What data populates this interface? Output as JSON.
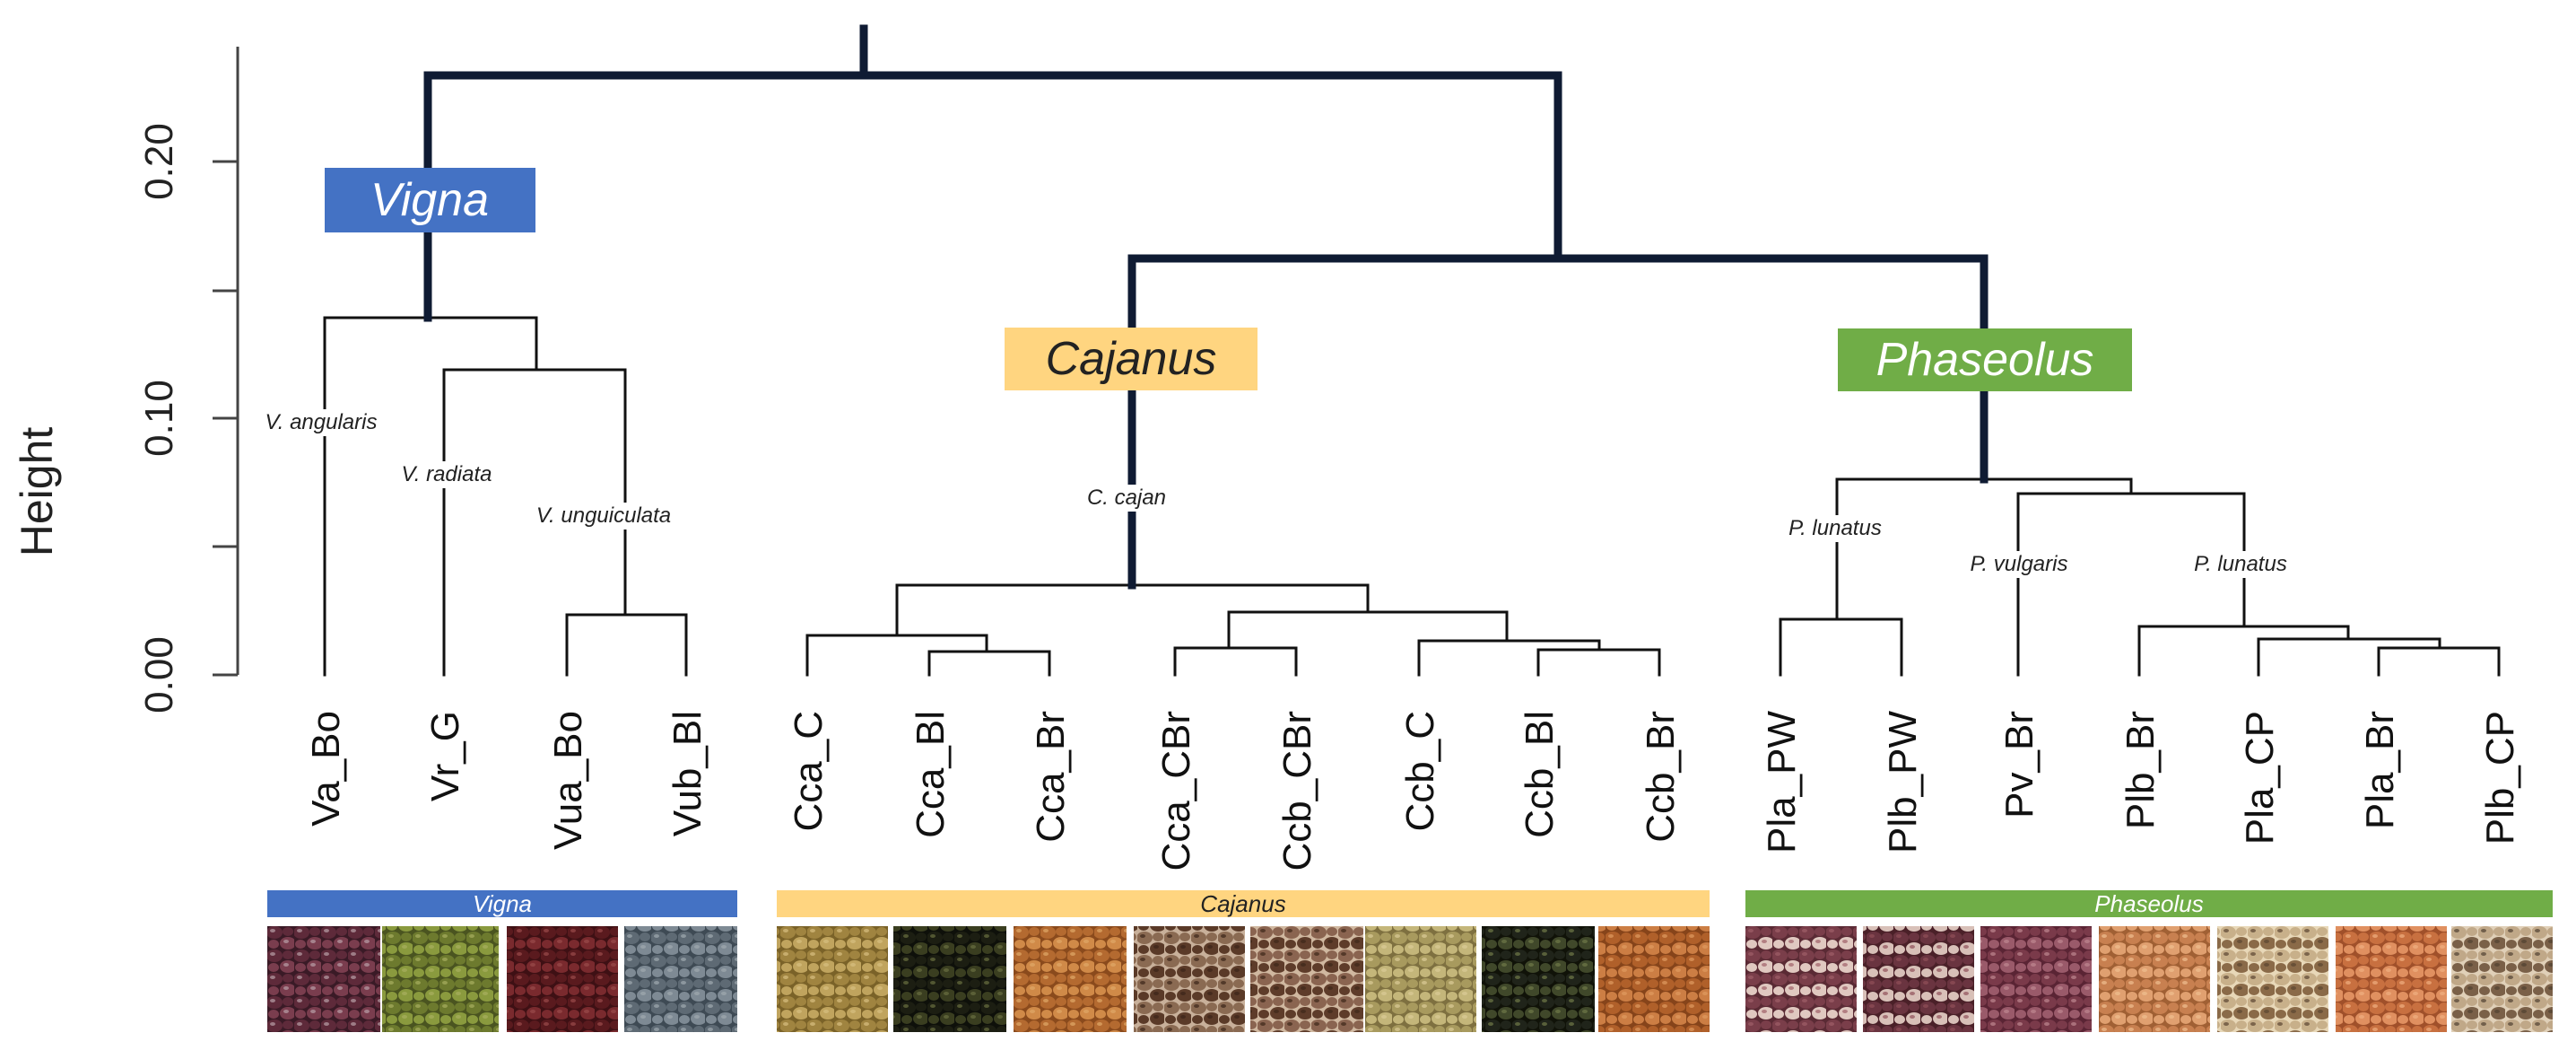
{
  "axis": {
    "ylabel": "Height",
    "ticks": [
      "0.00",
      "0.10",
      "0.20"
    ]
  },
  "genera": [
    {
      "name": "Vigna",
      "color": "#4472c4",
      "text_color": "#ffffff"
    },
    {
      "name": "Cajanus",
      "color": "#ffd580",
      "text_color": "#222222"
    },
    {
      "name": "Phaseolus",
      "color": "#70ad47",
      "text_color": "#ffffff"
    }
  ],
  "species_labels": [
    "V. angularis",
    "V. radiata",
    "V. unguiculata",
    "C. cajan",
    "P. lunatus",
    "P. vulgaris",
    "P. lunatus"
  ],
  "leaves": [
    "Va_Bo",
    "Vr_G",
    "Vua_Bo",
    "Vub_Bl",
    "Cca_C",
    "Cca_Bl",
    "Cca_Br",
    "Cca_CBr",
    "Ccb_CBr",
    "Ccb_C",
    "Ccb_Bl",
    "Ccb_Br",
    "Pla_PW",
    "Plb_PW",
    "Pv_Br",
    "Plb_Br",
    "Pla_CP",
    "Pla_Br",
    "Plb_CP"
  ],
  "seed_photos": [
    {
      "leaf": "Va_Bo",
      "colors": [
        "#5e2a3a",
        "#7a3d4e",
        "#3a1a26",
        "#b9a0a8"
      ]
    },
    {
      "leaf": "Vr_G",
      "colors": [
        "#6d7a2e",
        "#8a9a3e",
        "#4a5420",
        "#a8b060"
      ]
    },
    {
      "leaf": "Vua_Bo",
      "colors": [
        "#5a1a1e",
        "#7a2a2e",
        "#3e1014",
        "#9a4a4a"
      ]
    },
    {
      "leaf": "Vub_Bl",
      "colors": [
        "#5e6a74",
        "#7e8a94",
        "#3e4a54",
        "#a0aab0"
      ]
    },
    {
      "leaf": "Cca_C",
      "colors": [
        "#a08440",
        "#c0a45e",
        "#7a6228",
        "#d8c080"
      ]
    },
    {
      "leaf": "Cca_Bl",
      "colors": [
        "#1c1e12",
        "#3a3e20",
        "#0e100a",
        "#6a7040"
      ]
    },
    {
      "leaf": "Cca_Br",
      "colors": [
        "#b46a30",
        "#d08a48",
        "#8a4a1c",
        "#e0a868"
      ]
    },
    {
      "leaf": "Cca_CBr",
      "colors": [
        "#8a6a52",
        "#5a3a28",
        "#c8b09a",
        "#3a2418"
      ]
    },
    {
      "leaf": "Ccb_CBr",
      "colors": [
        "#8a6450",
        "#5e3c2a",
        "#d0b8a0",
        "#3e2618"
      ]
    },
    {
      "leaf": "Ccb_C",
      "colors": [
        "#a89a5e",
        "#c4b67a",
        "#7e7040",
        "#dccc98"
      ]
    },
    {
      "leaf": "Ccb_Bl",
      "colors": [
        "#20241a",
        "#40482a",
        "#101208",
        "#707a48"
      ]
    },
    {
      "leaf": "Ccb_Br",
      "colors": [
        "#b0602a",
        "#cc7e44",
        "#86441a",
        "#e09a60"
      ]
    },
    {
      "leaf": "Pla_PW",
      "colors": [
        "#7a3e4a",
        "#e0c8c0",
        "#5a2a34",
        "#a06068"
      ]
    },
    {
      "leaf": "Plb_PW",
      "colors": [
        "#6a3440",
        "#d8c0b8",
        "#4a2028",
        "#905058"
      ]
    },
    {
      "leaf": "Pv_Br",
      "colors": [
        "#7a3a4a",
        "#9a5a6a",
        "#5a2434",
        "#c08890"
      ]
    },
    {
      "leaf": "Plb_Br",
      "colors": [
        "#c88050",
        "#e0a070",
        "#a06034",
        "#f0c090"
      ]
    },
    {
      "leaf": "Pla_CP",
      "colors": [
        "#c8b08a",
        "#8a6a48",
        "#e8d8b8",
        "#5a4430"
      ]
    },
    {
      "leaf": "Pla_Br",
      "colors": [
        "#c87040",
        "#e09060",
        "#a0502a",
        "#f0b080"
      ]
    },
    {
      "leaf": "Plb_CP",
      "colors": [
        "#c0a888",
        "#7a6048",
        "#e0d0b8",
        "#504030"
      ]
    }
  ]
}
